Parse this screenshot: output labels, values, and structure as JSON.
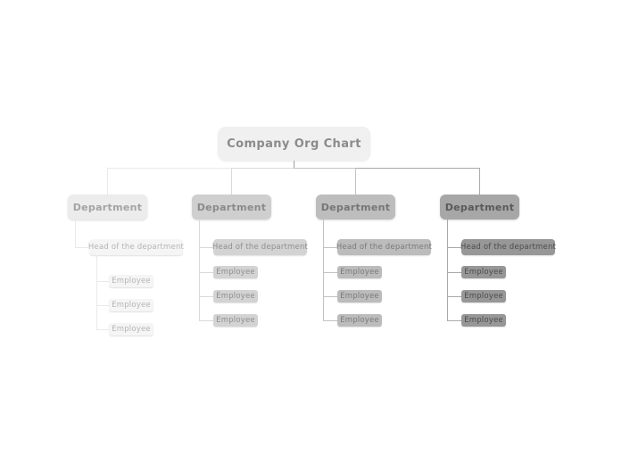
{
  "root": {
    "label": "Company Org Chart",
    "bg": "#f0f0f0",
    "text_color": "#8b8b8b",
    "drop_line_color": "#9e9e9e"
  },
  "columns": [
    {
      "dept_label": "Department",
      "head_label": "Head of the department",
      "employee_labels": [
        "Employee",
        "Employee",
        "Employee"
      ],
      "dept_bg": "#ececec",
      "dept_text": "#a3a3a3",
      "child_bg": "#f5f5f5",
      "child_text": "#b5b5b5",
      "line": "#e9e9e9",
      "employees_nested_under_head": true
    },
    {
      "dept_label": "Department",
      "head_label": "Head of the department",
      "employee_labels": [
        "Employee",
        "Employee",
        "Employee"
      ],
      "dept_bg": "#cfcfcf",
      "dept_text": "#8a8a8a",
      "child_bg": "#d3d3d3",
      "child_text": "#8f8f8f",
      "line": "#d9d9d9",
      "employees_nested_under_head": false
    },
    {
      "dept_label": "Department",
      "head_label": "Head of the department",
      "employee_labels": [
        "Employee",
        "Employee",
        "Employee"
      ],
      "dept_bg": "#bdbdbd",
      "dept_text": "#767676",
      "child_bg": "#bcbcbc",
      "child_text": "#7a7a7a",
      "line": "#c2c2c2",
      "employees_nested_under_head": false
    },
    {
      "dept_label": "Department",
      "head_label": "Head of the department",
      "employee_labels": [
        "Employee",
        "Employee",
        "Employee"
      ],
      "dept_bg": "#a7a7a7",
      "dept_text": "#595959",
      "child_bg": "#979797",
      "child_text": "#4c4c4c",
      "line": "#a9a9a9",
      "employees_nested_under_head": false
    }
  ]
}
